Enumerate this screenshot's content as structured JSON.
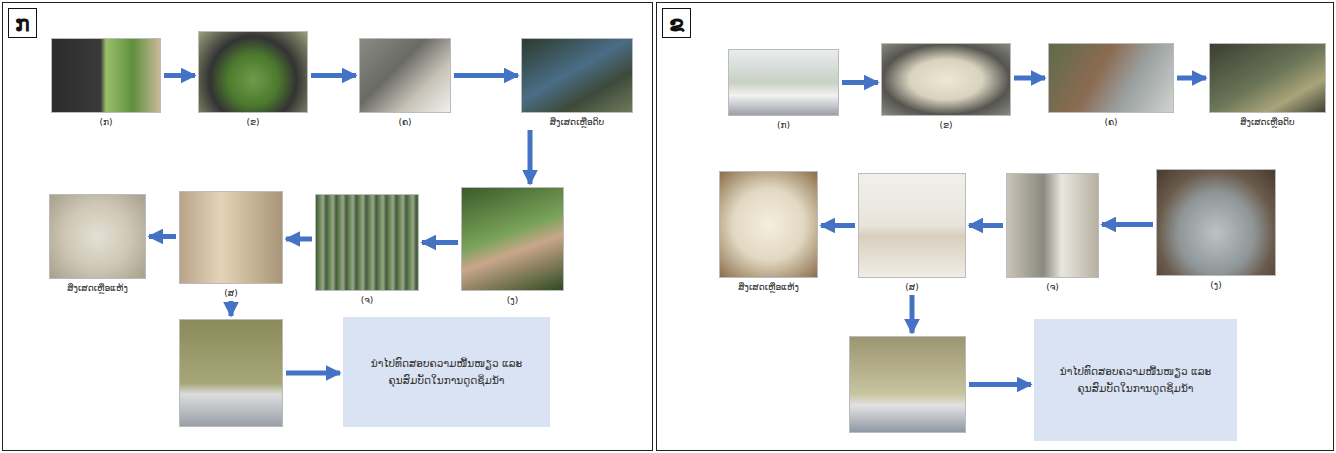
{
  "diagram": {
    "nodes": [
      {
        "text": [
          "ກ"
        ]
      },
      {
        "text": [
          "(ກ)"
        ],
        "in": 0
      },
      {
        "text": [
          "(ຂ)"
        ],
        "in": 0
      },
      {
        "text": [
          "(ຄ)"
        ],
        "in": 0
      },
      {
        "text": [
          "ສິ່ງເສດເຫຼືອດິບ"
        ],
        "in": 0
      },
      {
        "text": [
          "(ງ)"
        ],
        "in": 0
      },
      {
        "text": [
          "(ຈ)"
        ],
        "in": 0
      },
      {
        "text": [
          "(ສ)"
        ],
        "in": 0
      },
      {
        "text": [
          "ສິ່ງເສດເຫຼືອແຫ້ງ"
        ],
        "in": 0
      },
      {
        "text": [],
        "in": 0
      },
      {
        "text": [
          "ນຳໄປທົດສອບຄວາມໜື້ນໜຽວ ແລະ ຄຸນສົມບັດໃນການດູດຊຶມນ້ຳ"
        ],
        "in": 0
      },
      {
        "text": [
          "ຂ"
        ]
      },
      {
        "text": [
          "(ກ)"
        ],
        "in": 11
      },
      {
        "text": [
          "(ຂ)"
        ],
        "in": 11
      },
      {
        "text": [
          "(ຄ)"
        ],
        "in": 11
      },
      {
        "text": [
          "ສິ່ງເສດເຫຼືອດິບ"
        ],
        "in": 11
      },
      {
        "text": [
          "(ງ)"
        ],
        "in": 11
      },
      {
        "text": [
          "(ຈ)"
        ],
        "in": 11
      },
      {
        "text": [
          "(ສ)"
        ],
        "in": 11
      },
      {
        "text": [
          "ສິ່ງເສດເຫຼືອແຫ້ງ"
        ],
        "in": 11
      },
      {
        "text": [],
        "in": 11
      },
      {
        "text": [
          "ນຳໄປທົດສອບຄວາມໜື້ນໜຽວ ແລະ ຄຸນສົມບັດໃນການດູດຊຶມນ້ຳ"
        ],
        "in": 11
      }
    ],
    "edges": [
      {
        "from": 1,
        "to": 2,
        "arrow": "to"
      },
      {
        "from": 2,
        "to": 3,
        "arrow": "to"
      },
      {
        "from": 3,
        "to": 4,
        "arrow": "to"
      },
      {
        "from": 4,
        "to": 5,
        "arrow": "to"
      },
      {
        "from": 5,
        "to": 6,
        "arrow": "to"
      },
      {
        "from": 6,
        "to": 7,
        "arrow": "to"
      },
      {
        "from": 7,
        "to": 8,
        "arrow": "to"
      },
      {
        "from": 7,
        "to": 9,
        "arrow": "to"
      },
      {
        "from": 9,
        "to": 10,
        "arrow": "to"
      },
      {
        "from": 12,
        "to": 13,
        "arrow": "to"
      },
      {
        "from": 13,
        "to": 14,
        "arrow": "to"
      },
      {
        "from": 14,
        "to": 15,
        "arrow": "to"
      },
      {
        "from": 16,
        "to": 17,
        "arrow": "to"
      },
      {
        "from": 17,
        "to": 18,
        "arrow": "to"
      },
      {
        "from": 18,
        "to": 19,
        "arrow": "to"
      },
      {
        "from": 18,
        "to": 20,
        "arrow": "to"
      },
      {
        "from": 20,
        "to": 21,
        "arrow": "to"
      }
    ]
  }
}
